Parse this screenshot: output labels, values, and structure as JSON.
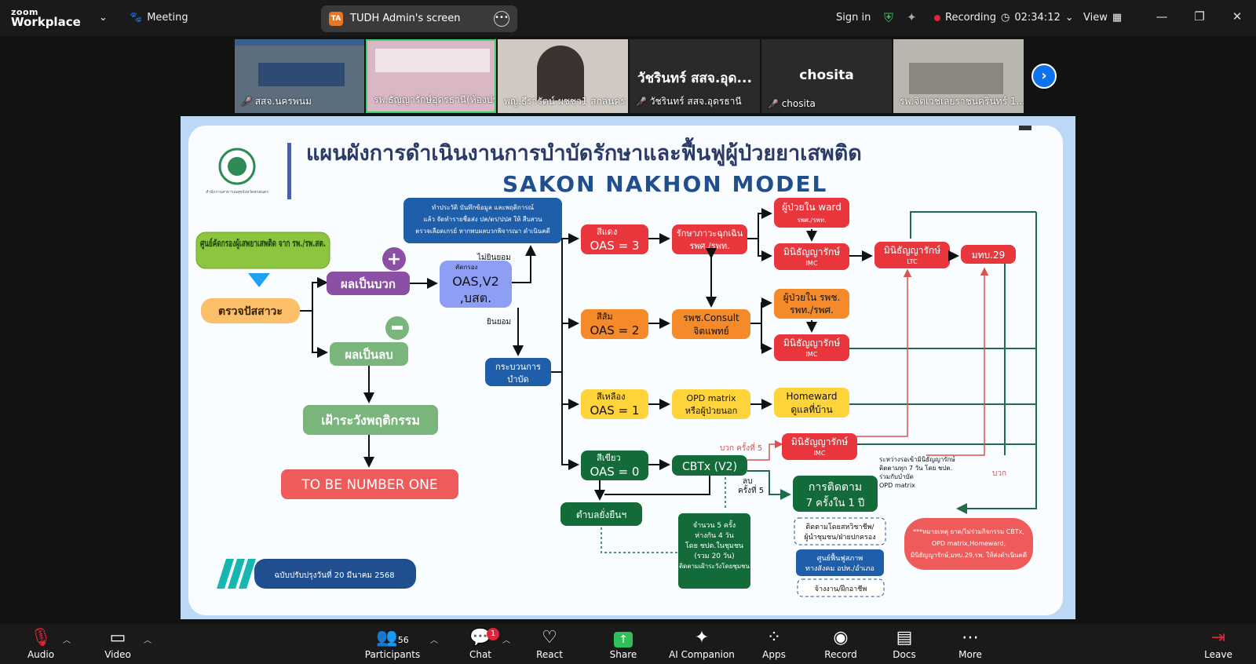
{
  "topbar": {
    "logo_line1": "zoom",
    "logo_line2": "Workplace",
    "meeting": "Meeting",
    "share_initials": "TA",
    "share_title": "TUDH Admin's screen",
    "sign_in": "Sign in",
    "recording": "Recording",
    "timer": "02:34:12",
    "view": "View"
  },
  "thumbnails": [
    {
      "name": "สสจ.นครพนม"
    },
    {
      "name": "รพ.ธัญญารักษ์อุดรธานี(ห้องปร..."
    },
    {
      "name": "พญ.ธีรารัตน์ ผชชว1 สกลนคร"
    },
    {
      "big": "วัชรินทร์ สสจ.อุด...",
      "name": "วัชรินทร์ สสจ.อุดรธานี"
    },
    {
      "big": "chosita",
      "name": "chosita"
    },
    {
      "name": "รพ.จิตเวชเลยราชนครินทร์ 1..."
    }
  ],
  "slide": {
    "title": "แผนผังการดำเนินงานการบำบัดรักษาและฟื้นฟูผู้ป่วยยาเสพติด",
    "subtitle": "SAKON NAKHON MODEL",
    "logo_text": "สำนักงานสาธารณสุขจังหวัดสกลนคร",
    "screening_center": "ศูนย์คัดกรองผู้เสพยาเสพติด จาก รพ./รพ.สต.",
    "urine": "ตรวจปัสสาวะ",
    "positive": "ผลเป็นบวก",
    "negative": "ผลเป็นลบ",
    "watch": "เฝ้าระวังพฤติกรรม",
    "tobe": "TO BE NUMBER ONE",
    "history_box": "ทำประวัติ บันทึกข้อมูล และพฤติการณ์ แล้ว จัดทำรายชื่อส่ง ปค/ตร/ปปส ให้ สืบสวน ตรวจเลือดเกรย์ หากพบผลบวกพิจารณา ดำเนินคดี",
    "screen_small": "คัดกรอง",
    "oas": "OAS,V2",
    "bsot": ",บสต.",
    "refuse": "ไม่ยินยอม",
    "consent": "ยินยอม",
    "process": "กระบวนการบำบัด",
    "red": "สีแดง",
    "red_oas": "OAS = 3",
    "orange": "สีส้ม",
    "orange_oas": "OAS = 2",
    "yellow": "สีเหลือง",
    "yellow_oas": "OAS = 1",
    "green": "สีเขียว",
    "green_oas": "OAS = 0",
    "emergency": "รักษาภาวะฉุกเฉิน รพศ./รพท.",
    "consult": "รพช.Consult จิตแพทย์",
    "opd": "OPD matrix หรือผู้ป่วยนอก",
    "cbtx": "CBTx (V2)",
    "ward": "ผู้ป่วยใน ward รพศ./รพท.",
    "imc1": "มินิธัญญารักษ์ IMC",
    "inpatient": "ผู้ป่วยใน รพช. รพท./รพศ.",
    "imc2": "มินิธัญญารักษ์ IMC",
    "homeward": "Homeward ดูแลที่บ้าน",
    "imc3": "มินิธัญญารักษ์ IMC",
    "ltc": "มินิธัญญารักษ์ LTC",
    "mtb": "มทบ.29",
    "positive5": "บวก ครั้งที่ 5",
    "negative5": "ลบ ครั้งที่ 5",
    "positive_side": "บวก",
    "waiting_note": "ระหว่างรอเข้ามินิธัญญารักษ์ ติดตามทุก 7 วัน โดย ชปต. ร่วมกับบำบัด OPD matrix",
    "followup": "การติดตาม 7 ครั้งใน 1 ปี",
    "follow_box1": "ติดตามโดยสหวิชาชีพ/ผู้นำชุมชน/ฝ่ายปกครอง",
    "follow_box2": "ศูนย์ฟื้นฟูสภาพทางสังคม อปท./อำเภอ",
    "follow_box3": "จ้างงาน/ฝึกอาชีพ",
    "tambon": "ตำบลยั่งยืนฯ",
    "community": "จำนวน 5 ครั้ง ห่างกัน 4 วัน โดย ชปต.ในชุมชน (รวม 20 วัน) ติดตามเฝ้าระวังโดยชุมชน",
    "remark": "***หมายเหตุ ยาด/ไม่ร่วมกิจกรรม CBTx, OPD matrix,Homeward, มินิธัญญารักษ์,มทบ.29,รพ. ให้ส่งดำเนินคดี",
    "version": "ฉบับปรับปรุงวันที่ 20 มีนาคม 2568"
  },
  "bottombar": {
    "audio": "Audio",
    "video": "Video",
    "participants": "Participants",
    "participants_count": "56",
    "chat": "Chat",
    "chat_badge": "1",
    "react": "React",
    "share": "Share",
    "ai": "AI Companion",
    "apps": "Apps",
    "record": "Record",
    "docs": "Docs",
    "more": "More",
    "leave": "Leave"
  }
}
